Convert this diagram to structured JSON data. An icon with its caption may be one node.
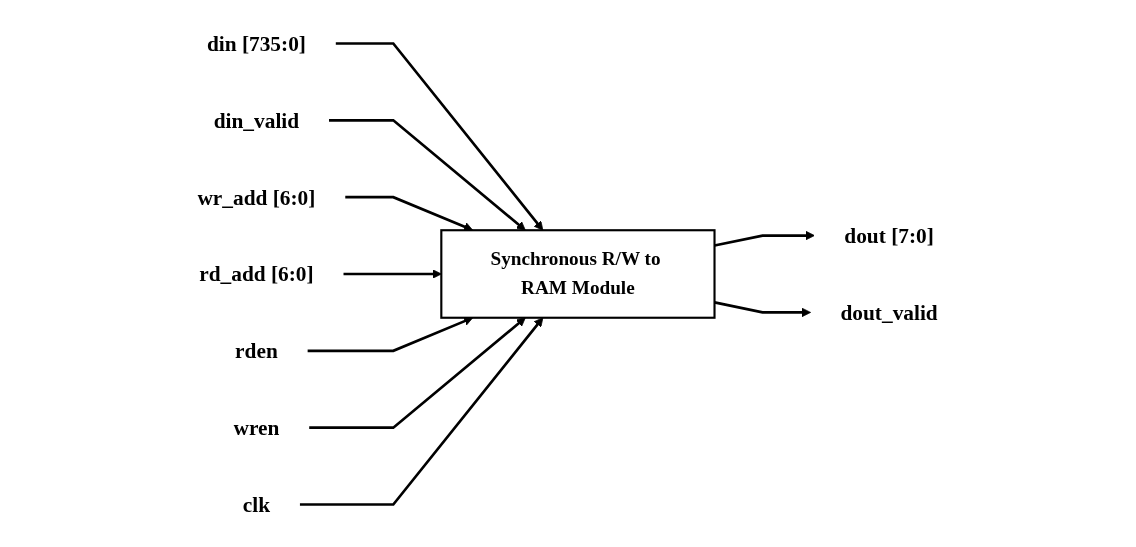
{
  "diagram": {
    "nodes": [
      {
        "text": [
          "din [735:0]"
        ]
      },
      {
        "text": [
          "din_valid"
        ]
      },
      {
        "text": [
          "wr_add [6:0]"
        ]
      },
      {
        "text": [
          "rd_add [6:0]"
        ]
      },
      {
        "text": [
          "rden"
        ]
      },
      {
        "text": [
          "wren"
        ]
      },
      {
        "text": [
          "clk"
        ]
      },
      {
        "text": [
          "Synchronous R/W to RAM Module"
        ]
      },
      {
        "text": [
          "dout [7:0]"
        ]
      },
      {
        "text": [
          "dout_valid"
        ]
      }
    ],
    "edges": [
      {
        "from": 0,
        "to": 7,
        "arrow": "to"
      },
      {
        "from": 1,
        "to": 7,
        "arrow": "to"
      },
      {
        "from": 2,
        "to": 7,
        "arrow": "to"
      },
      {
        "from": 3,
        "to": 7,
        "arrow": "to"
      },
      {
        "from": 4,
        "to": 7,
        "arrow": "to"
      },
      {
        "from": 5,
        "to": 7,
        "arrow": "to"
      },
      {
        "from": 6,
        "to": 7,
        "arrow": "to"
      },
      {
        "from": 7,
        "to": 8,
        "arrow": "to"
      },
      {
        "from": 7,
        "to": 9,
        "arrow": "to"
      }
    ]
  }
}
